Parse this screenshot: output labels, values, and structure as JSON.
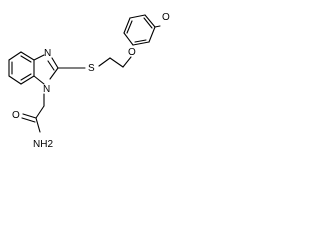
{
  "colors": {
    "bond": "#000000",
    "label": "#000000",
    "background": "#ffffff"
  },
  "atoms": {
    "o_methoxy": "O",
    "o_ether": "O",
    "s": "S",
    "n_imidazole_top": "N",
    "n_imidazole_ring": "N",
    "o_carbonyl": "O",
    "nh2": "NH2"
  }
}
